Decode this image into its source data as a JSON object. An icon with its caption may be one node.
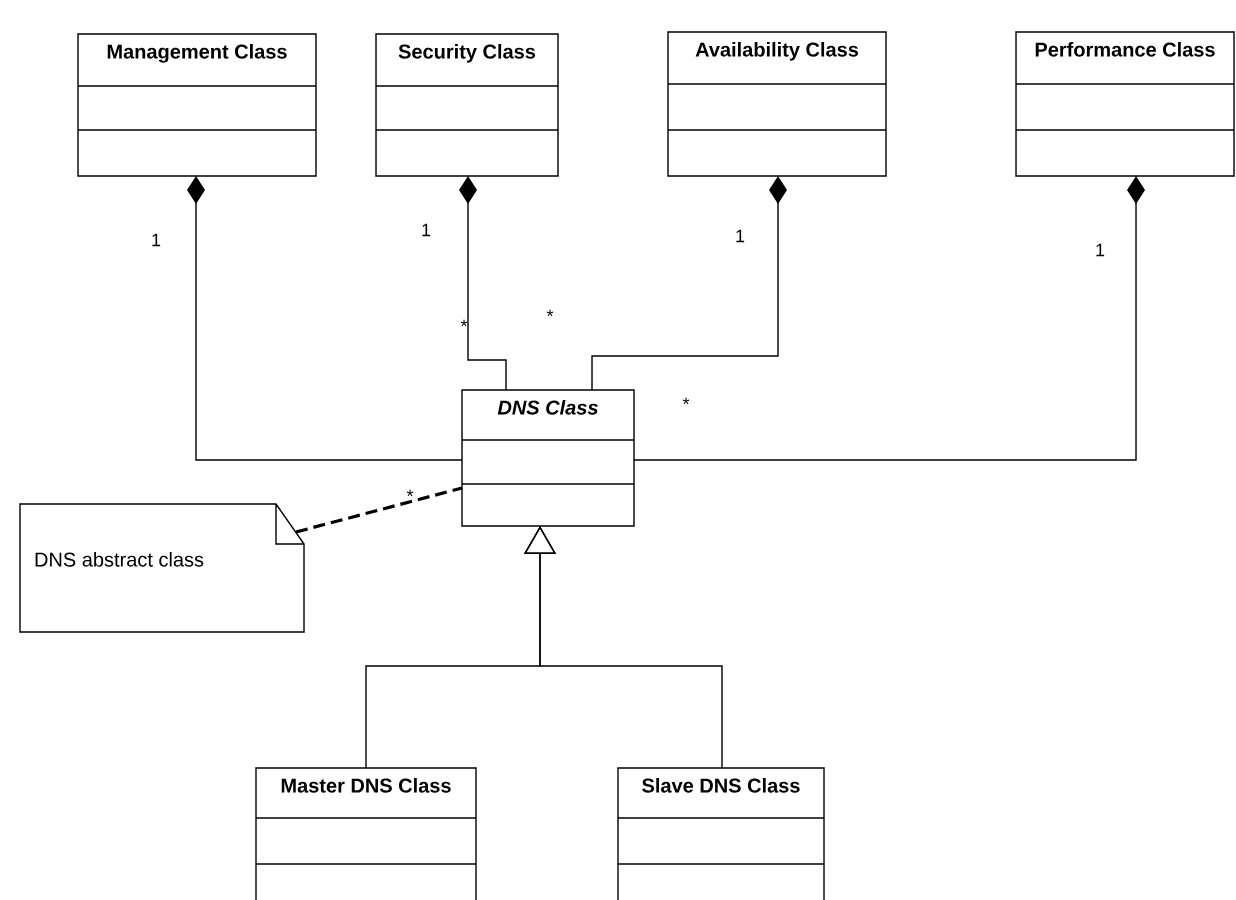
{
  "diagram": {
    "nodes": [
      {
        "text": [
          "Management Class"
        ]
      },
      {
        "text": [
          "Security Class"
        ]
      },
      {
        "text": [
          "Availability Class"
        ]
      },
      {
        "text": [
          "Performance Class"
        ]
      },
      {
        "text": [
          "DNS Class"
        ]
      },
      {
        "text": [
          "DNS abstract class"
        ]
      },
      {
        "text": [
          "Master DNS Class"
        ]
      },
      {
        "text": [
          "Slave DNS Class"
        ]
      }
    ],
    "edges": [
      {
        "from": 4,
        "to": 0,
        "arrow": "other"
      },
      {
        "from": 4,
        "to": 1,
        "arrow": "other"
      },
      {
        "from": 4,
        "to": 2,
        "arrow": "other"
      },
      {
        "from": 4,
        "to": 3,
        "arrow": "other"
      },
      {
        "from": 5,
        "to": 4,
        "arrow": "none",
        "style": "dashed"
      },
      {
        "from": 6,
        "to": 4,
        "arrow": "to"
      },
      {
        "from": 7,
        "to": 4,
        "arrow": "to"
      }
    ],
    "labels": [
      "1",
      "1",
      "1",
      "1",
      "*",
      "*",
      "*",
      "*"
    ]
  }
}
